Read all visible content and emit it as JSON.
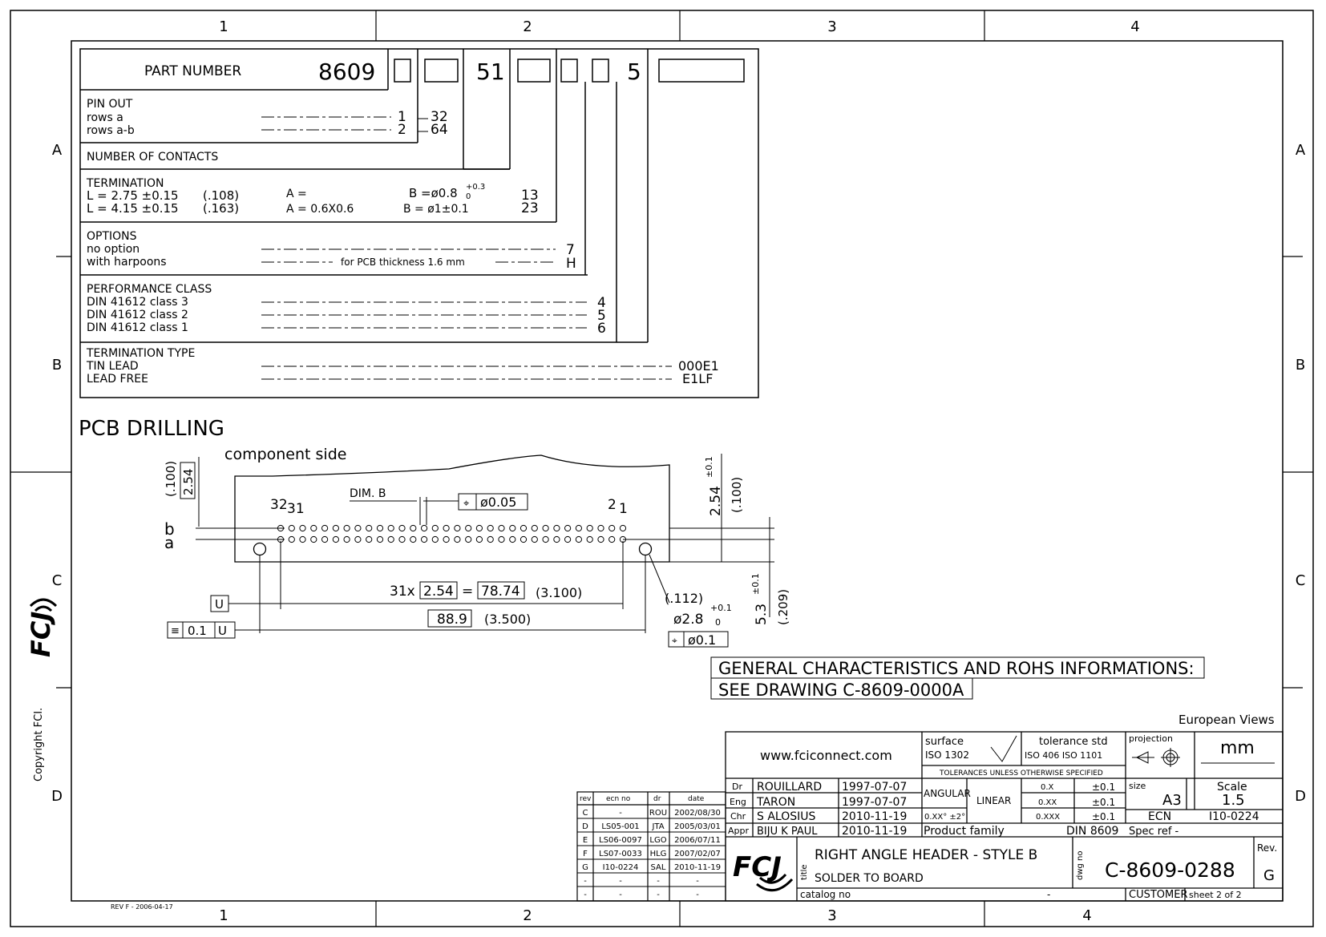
{
  "zone_columns": [
    "1",
    "2",
    "3",
    "4"
  ],
  "zone_rows": [
    "A",
    "B",
    "C",
    "D"
  ],
  "copyright": "Copyright FCI.",
  "rev_note": "REV F - 2006-04-17",
  "part_number": {
    "label": "PART NUMBER",
    "prefix": "8609",
    "fixed_51": "51",
    "fixed_5": "5"
  },
  "pinout": {
    "title": "PIN OUT",
    "rows": [
      {
        "label": "rows a",
        "code": "1",
        "value": "32"
      },
      {
        "label": "rows a-b",
        "code": "2",
        "value": "64"
      }
    ],
    "contacts_label": "NUMBER OF CONTACTS"
  },
  "termination": {
    "title": "TERMINATION",
    "rows": [
      {
        "l": "L = 2.75 ±0.15",
        "inch": "(.108)",
        "a": "A =",
        "b": "B =ø0.8",
        "tol_top": "+0.3",
        "tol_bot": "0",
        "code": "13"
      },
      {
        "l": "L = 4.15 ±0.15",
        "inch": "(.163)",
        "a": "A = 0.6X0.6",
        "b": "B = ø1±0.1",
        "tol_top": "",
        "tol_bot": "",
        "code": "23"
      }
    ]
  },
  "options": {
    "title": "OPTIONS",
    "rows": [
      {
        "label": "no option",
        "code": "7",
        "note": ""
      },
      {
        "label": "with harpoons",
        "code": "H",
        "note": "for PCB thickness 1.6 mm"
      }
    ]
  },
  "performance": {
    "title": "PERFORMANCE CLASS",
    "rows": [
      {
        "label": "DIN 41612 class 3",
        "code": "4"
      },
      {
        "label": "DIN 41612 class 2",
        "code": "5"
      },
      {
        "label": "DIN 41612 class 1",
        "code": "6"
      }
    ]
  },
  "termination_type": {
    "title": "TERMINATION TYPE",
    "rows": [
      {
        "label": "TIN LEAD",
        "code": "000E1"
      },
      {
        "label": "LEAD FREE",
        "code": "E1LF"
      }
    ]
  },
  "pcb": {
    "title": "PCB DRILLING",
    "component_side": "component side",
    "dim_inch_100": "(.100)",
    "dim_254": "2.54",
    "row_b": "b",
    "row_a": "a",
    "pin_32": "32",
    "pin_31": "31",
    "pin_2": "2",
    "pin_1": "1",
    "dim_b": "DIM. B",
    "hole_tol": "ø0.05",
    "right_254": "2.54",
    "right_254_tol": "±0.1",
    "right_inch": "(.100)",
    "pitch_count": "31x",
    "pitch": "2.54",
    "equals": "=",
    "span": "78.74",
    "span_inch": "(3.100)",
    "datum_u": "U",
    "flat_tol": "0.1",
    "flat_datum": "U",
    "overall": "88.9",
    "overall_inch": "(3.500)",
    "mount_inch": "(.112)",
    "mount_dia": "ø2.8",
    "mount_tol_top": "+0.1",
    "mount_tol_bot": "0",
    "mount_pos": "ø0.1",
    "h53": "5.3",
    "h53_tol": "±0.1",
    "h53_inch": "(.209)"
  },
  "general_note": {
    "line1": "GENERAL CHARACTERISTICS AND ROHS INFORMATIONS:",
    "line2": "SEE DRAWING C-8609-0000A"
  },
  "european_views": "European Views",
  "title_block": {
    "website": "www.fciconnect.com",
    "surface": "surface",
    "surface_std": "ISO 1302",
    "tolerance_std": "tolerance std",
    "tol_iso": "ISO 406  ISO 1101",
    "tol_unless": "TOLERANCES UNLESS OTHERWISE SPECIFIED",
    "projection": "projection",
    "units": "mm",
    "people": [
      {
        "role": "Dr",
        "name": "ROUILLARD",
        "date": "1997-07-07"
      },
      {
        "role": "Eng",
        "name": "TARON",
        "date": "1997-07-07"
      },
      {
        "role": "Chr",
        "name": "S ALOSIUS",
        "date": "2010-11-19"
      },
      {
        "role": "Appr",
        "name": "BIJU K PAUL",
        "date": "2010-11-19"
      }
    ],
    "angular": "ANGULAR",
    "angular_val": "0.XX°  ±2°",
    "linear": "LINEAR",
    "linear_rows": [
      {
        "fmt": "0.X",
        "tol": "±0.1"
      },
      {
        "fmt": "0.XX",
        "tol": "±0.1"
      },
      {
        "fmt": "0.XXX",
        "tol": "±0.1"
      }
    ],
    "size_label": "size",
    "size": "A3",
    "scale_label": "Scale",
    "scale": "1.5",
    "ecn_label": "ECN",
    "ecn": "I10-0224",
    "product_family_label": "Product family",
    "product_family": "DIN 8609",
    "spec_ref": "Spec ref  -",
    "title_label": "title",
    "title1": "RIGHT ANGLE HEADER - STYLE B",
    "title2": "SOLDER TO BOARD",
    "dwg_label": "dwg no",
    "dwg_no": "C-8609-0288",
    "rev_label": "Rev.",
    "rev": "G",
    "catalog": "catalog no",
    "catalog_val": "-",
    "customer": "CUSTOMER",
    "sheet": "sheet  2  of  2"
  },
  "revisions": {
    "headers": [
      "rev",
      "ecn no",
      "dr",
      "date"
    ],
    "rows": [
      [
        "C",
        "-",
        "ROU",
        "2002/08/30"
      ],
      [
        "D",
        "LS05-001",
        "JTA",
        "2005/03/01"
      ],
      [
        "E",
        "LS06-0097",
        "LGO",
        "2006/07/11"
      ],
      [
        "F",
        "LS07-0033",
        "HLG",
        "2007/02/07"
      ],
      [
        "G",
        "I10-0224",
        "SAL",
        "2010-11-19"
      ],
      [
        "-",
        "-",
        "-",
        "-"
      ],
      [
        "-",
        "-",
        "-",
        "-"
      ]
    ]
  }
}
